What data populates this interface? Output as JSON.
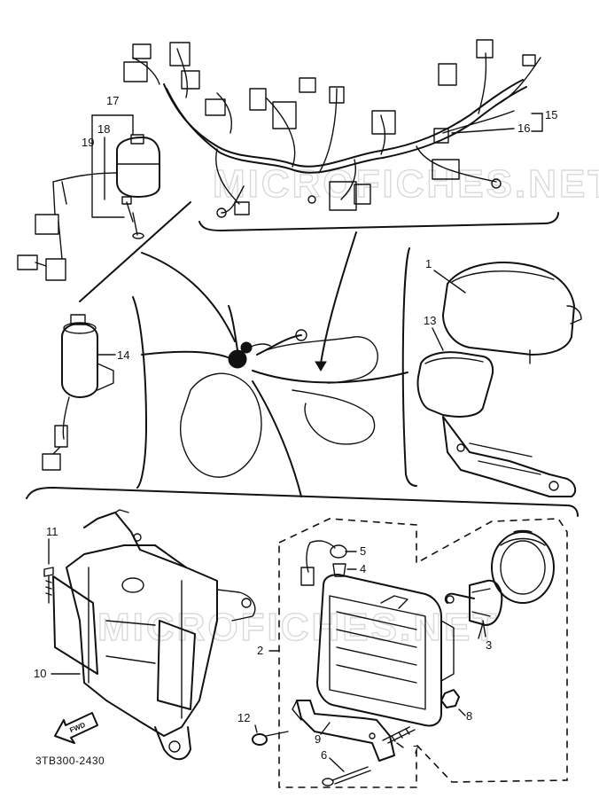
{
  "parts": {
    "p1": "1",
    "p2": "2",
    "p3": "3",
    "p4": "4",
    "p5": "5",
    "p6": "6",
    "p7": "7",
    "p8": "8",
    "p9": "9",
    "p10": "10",
    "p11": "11",
    "p12": "12",
    "p13": "13",
    "p14": "14",
    "p15": "15",
    "p16": "16",
    "p17": "17",
    "p18": "18",
    "p19": "19"
  },
  "diagram_code": "3TB300-2430",
  "forward_arrow_text": "FWD",
  "watermark_top": "MICROFICHES.NET",
  "watermark_bottom": "MICROFICHES.NET"
}
